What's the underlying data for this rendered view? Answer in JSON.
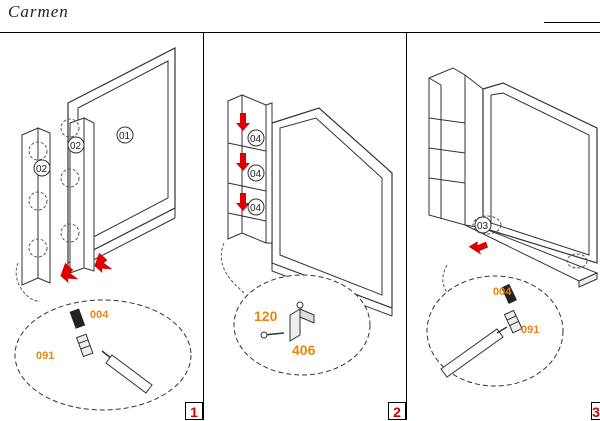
{
  "header": {
    "brand": "Carmen"
  },
  "steps": [
    {
      "number": "1",
      "labels": [
        "01",
        "02",
        "02"
      ],
      "parts": [
        "004",
        "091"
      ]
    },
    {
      "number": "2",
      "labels": [
        "04",
        "04",
        "04"
      ],
      "parts": [
        "120",
        "406"
      ]
    },
    {
      "number": "3",
      "labels": [
        "03"
      ],
      "parts": [
        "004",
        "091"
      ]
    }
  ]
}
